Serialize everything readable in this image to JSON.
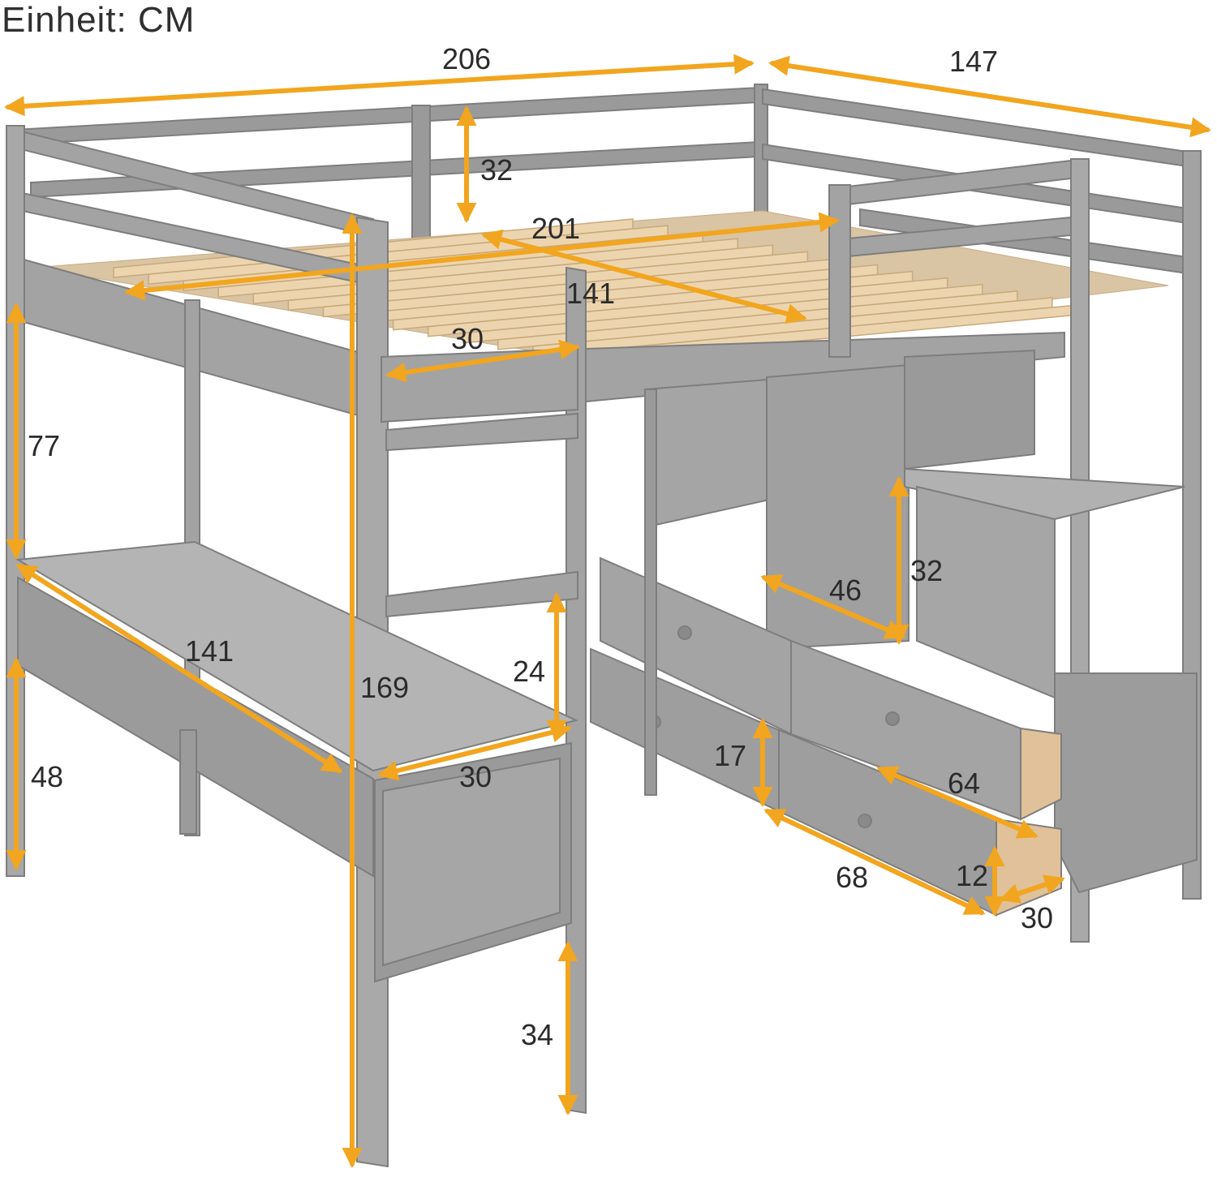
{
  "unit_label": "Einheit: CM",
  "colors": {
    "frame": "#9a9a9a",
    "frame_dark": "#7c7c7c",
    "frame_light": "#b3b3b3",
    "slat": "#e9cfa6",
    "arrow": "#f2a51e",
    "background": "#ffffff"
  },
  "dimensions": [
    {
      "id": "bed-length",
      "value": "206"
    },
    {
      "id": "bed-width",
      "value": "147"
    },
    {
      "id": "guardrail-height",
      "value": "32"
    },
    {
      "id": "mattress-length",
      "value": "201"
    },
    {
      "id": "mattress-width",
      "value": "141"
    },
    {
      "id": "ladder-gap",
      "value": "30"
    },
    {
      "id": "under-bed-height",
      "value": "77"
    },
    {
      "id": "desk-length",
      "value": "141"
    },
    {
      "id": "total-height",
      "value": "169"
    },
    {
      "id": "step-height",
      "value": "24"
    },
    {
      "id": "desk-depth",
      "value": "30"
    },
    {
      "id": "desk-height",
      "value": "48"
    },
    {
      "id": "bottom-step-height",
      "value": "34"
    },
    {
      "id": "shelf-width",
      "value": "46"
    },
    {
      "id": "shelf-height",
      "value": "32"
    },
    {
      "id": "drawer-height",
      "value": "17"
    },
    {
      "id": "drawer-depth",
      "value": "64"
    },
    {
      "id": "drawer-width",
      "value": "68"
    },
    {
      "id": "cabinet-shelf-height",
      "value": "12"
    },
    {
      "id": "cabinet-shelf-depth",
      "value": "30"
    }
  ]
}
